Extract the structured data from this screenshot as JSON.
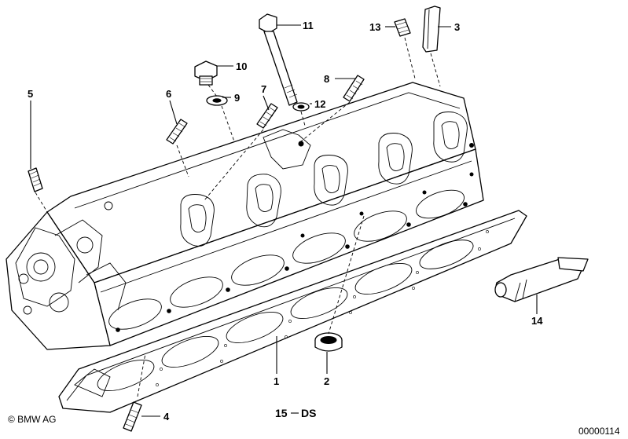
{
  "callouts": {
    "c1": "1",
    "c2": "2",
    "c3": "3",
    "c4": "4",
    "c5": "5",
    "c6": "6",
    "c7": "7",
    "c8": "8",
    "c9": "9",
    "c10": "10",
    "c11": "11",
    "c12": "12",
    "c13": "13",
    "c14": "14"
  },
  "label_15": "15",
  "label_ds": "DS",
  "copyright": "© BMW AG",
  "image_number": "00000114"
}
